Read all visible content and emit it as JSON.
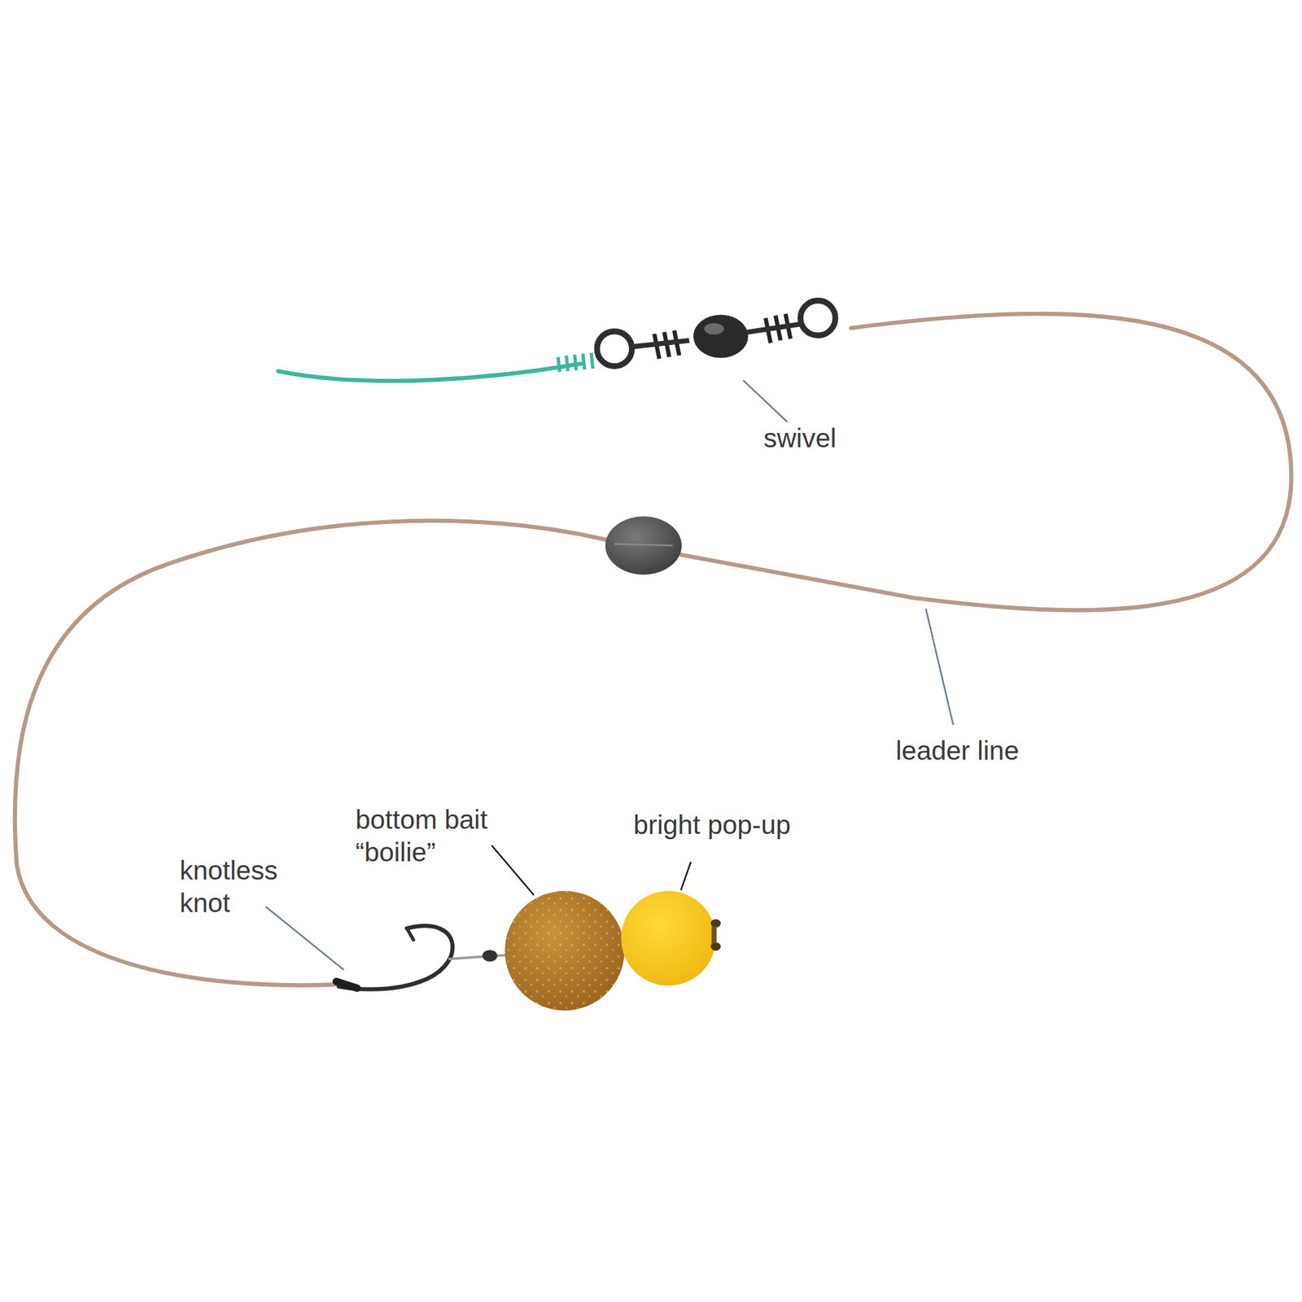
{
  "diagram": {
    "labels": [
      "swivel",
      "leader line",
      "bottom bait “boilie”",
      "bright pop-up",
      "knotless knot"
    ]
  }
}
